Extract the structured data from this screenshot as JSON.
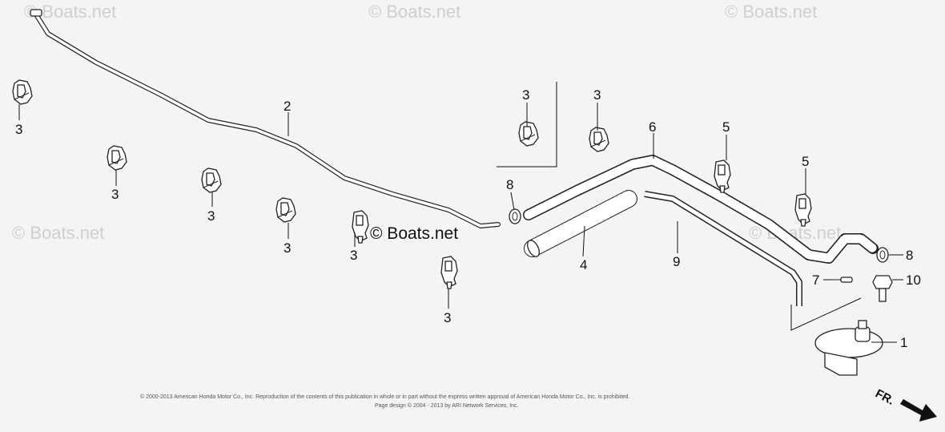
{
  "watermarks": {
    "top_left": "© Boats.net",
    "top_center": "© Boats.net",
    "top_right": "© Boats.net",
    "mid_left": "© Boats.net",
    "mid_right": "© Boats.net",
    "center": "© Boats.net"
  },
  "callouts": {
    "c1": "1",
    "c2": "2",
    "c3a": "3",
    "c3b": "3",
    "c3c": "3",
    "c3d": "3",
    "c3e": "3",
    "c3f": "3",
    "c3g": "3",
    "c3h": "3",
    "c4": "4",
    "c5a": "5",
    "c5b": "5",
    "c6": "6",
    "c7": "7",
    "c8a": "8",
    "c8b": "8",
    "c9": "9",
    "c10": "10"
  },
  "direction_label": "FR.",
  "copyright": {
    "line1": "© 2000-2013 American Honda Motor Co., Inc. Reproduction of the contents of this publication in whole or in part without the express written approval of American Honda Motor Co., Inc. is prohibited.",
    "line2": "Page design © 2004 - 2013 by ARI Network Services, Inc."
  },
  "colors": {
    "background": "#f4f4f4",
    "ink": "#111111",
    "watermark": "#cfcfcf"
  }
}
